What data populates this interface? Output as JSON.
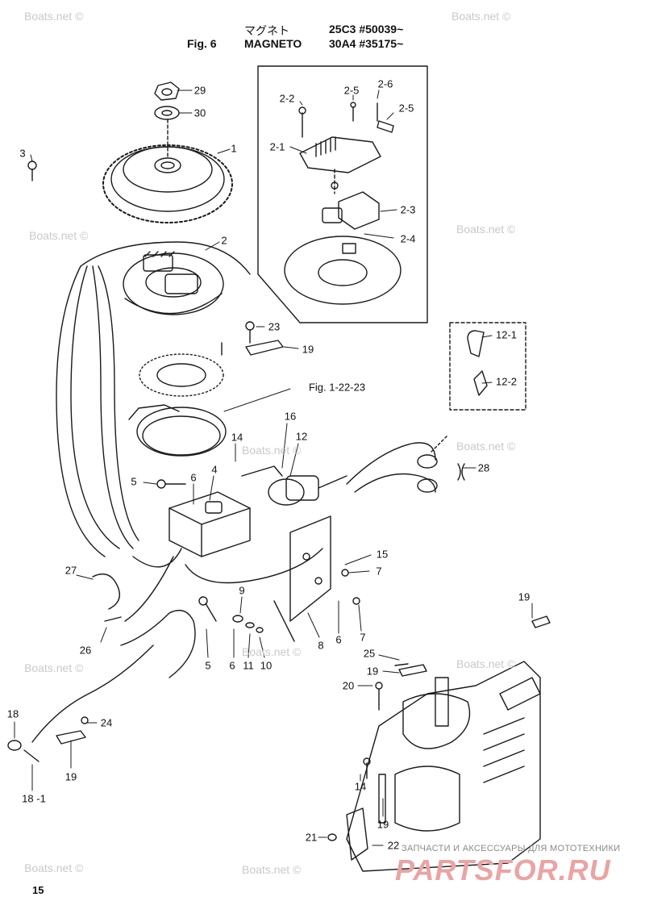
{
  "header": {
    "fig_label": "Fig. 6",
    "title_jp": "マグネト",
    "title_en": "MAGNETO",
    "model_1": "25C3 #50039~",
    "model_2": "30A4 #35175~"
  },
  "part_labels": [
    {
      "key": "29",
      "text": "29"
    },
    {
      "key": "30",
      "text": "30"
    },
    {
      "key": "1",
      "text": "1"
    },
    {
      "key": "3",
      "text": "3"
    },
    {
      "key": "2",
      "text": "2"
    },
    {
      "key": "2-1",
      "text": "2-1"
    },
    {
      "key": "2-2",
      "text": "2-2"
    },
    {
      "key": "2-5a",
      "text": "2-5"
    },
    {
      "key": "2-6",
      "text": "2-6"
    },
    {
      "key": "2-5b",
      "text": "2-5"
    },
    {
      "key": "2-3",
      "text": "2-3"
    },
    {
      "key": "2-4",
      "text": "2-4"
    },
    {
      "key": "23",
      "text": "23"
    },
    {
      "key": "19a",
      "text": "19"
    },
    {
      "key": "fig-ref",
      "text": "Fig. 1-22-23"
    },
    {
      "key": "12-1",
      "text": "12-1"
    },
    {
      "key": "12-2",
      "text": "12-2"
    },
    {
      "key": "16",
      "text": "16"
    },
    {
      "key": "12",
      "text": "12"
    },
    {
      "key": "14a",
      "text": "14"
    },
    {
      "key": "5a",
      "text": "5"
    },
    {
      "key": "6a",
      "text": "6"
    },
    {
      "key": "4",
      "text": "4"
    },
    {
      "key": "28",
      "text": "28"
    },
    {
      "key": "15",
      "text": "15"
    },
    {
      "key": "7a",
      "text": "7"
    },
    {
      "key": "27",
      "text": "27"
    },
    {
      "key": "9",
      "text": "9"
    },
    {
      "key": "6b",
      "text": "6"
    },
    {
      "key": "7b",
      "text": "7"
    },
    {
      "key": "19b",
      "text": "19"
    },
    {
      "key": "26",
      "text": "26"
    },
    {
      "key": "5b",
      "text": "5"
    },
    {
      "key": "6c",
      "text": "6"
    },
    {
      "key": "11",
      "text": "11"
    },
    {
      "key": "10",
      "text": "10"
    },
    {
      "key": "8",
      "text": "8"
    },
    {
      "key": "25",
      "text": "25"
    },
    {
      "key": "19c",
      "text": "19"
    },
    {
      "key": "20",
      "text": "20"
    },
    {
      "key": "18",
      "text": "18"
    },
    {
      "key": "24",
      "text": "24"
    },
    {
      "key": "19d",
      "text": "19"
    },
    {
      "key": "18-1",
      "text": "18 -1"
    },
    {
      "key": "14b",
      "text": "14"
    },
    {
      "key": "19e",
      "text": "19"
    },
    {
      "key": "21",
      "text": "21"
    },
    {
      "key": "22",
      "text": "22"
    }
  ],
  "watermark_text": "Boats.net ©",
  "brand_sub": "ЗАПЧАСТИ И АКСЕССУАРЫ ДЛЯ МОТОТЕХНИКИ",
  "brand_name": "PARTSFOR.RU",
  "page_number": "15"
}
